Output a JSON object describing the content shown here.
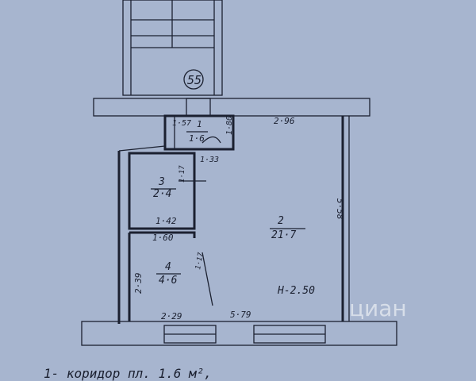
{
  "floor_plan": {
    "unit_number": "55",
    "rooms": [
      {
        "number": "1",
        "area": "1·6"
      },
      {
        "number": "2",
        "area": "21·7"
      },
      {
        "number": "3",
        "area": "2·4"
      },
      {
        "number": "4",
        "area": "4·6"
      }
    ],
    "dimensions": {
      "corridor_width": "1·57",
      "corridor_depth": "1·80",
      "corridor_bottom": "1·33",
      "room2_width": "2·96",
      "room2_depth": "5·58",
      "room3_side": "1·17",
      "room3_bottom": "1·42",
      "room4_top": "1·60",
      "room4_side": "2·39",
      "room4_bottom": "2·29",
      "room4_door": "1·17",
      "room2_bottom": "5·79"
    },
    "ceiling_height": "H-2.50",
    "legend_line": "1- коридор  пл. 1.6 м²,",
    "watermark": "циан"
  }
}
